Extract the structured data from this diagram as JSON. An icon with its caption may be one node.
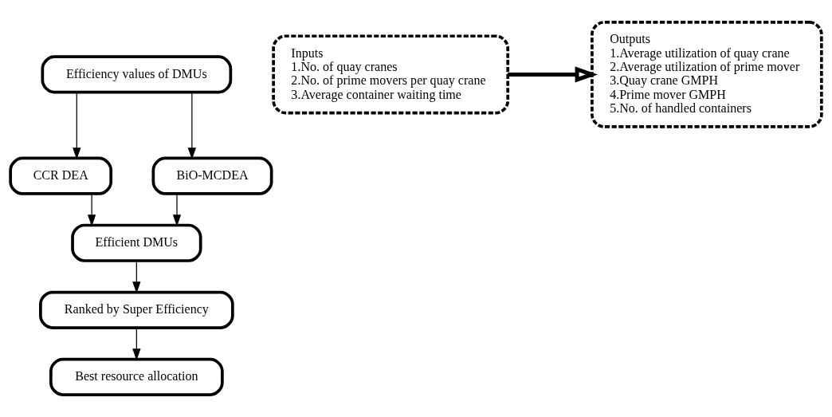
{
  "diagram": {
    "nodes": [
      {
        "text": [
          "Efficiency values of DMUs"
        ]
      },
      {
        "text": [
          "Inputs",
          "1.No. of quay cranes",
          "2.No. of prime movers per quay crane",
          "3.Average container waiting time"
        ]
      },
      {
        "text": [
          "Outputs",
          "1.Average utilization of quay crane",
          "2.Average utilization of prime mover",
          "3.Quay crane GMPH",
          "4.Prime mover GMPH",
          "5.No. of handled containers"
        ]
      },
      {
        "text": [
          "CCR DEA"
        ]
      },
      {
        "text": [
          "BiO-MCDEA"
        ]
      },
      {
        "text": [
          "Efficient DMUs"
        ]
      },
      {
        "text": [
          "Ranked by Super Efficiency"
        ]
      },
      {
        "text": [
          "Best resource allocation"
        ]
      }
    ],
    "edges": [
      {
        "from": 0,
        "to": 3,
        "arrow": "to"
      },
      {
        "from": 0,
        "to": 4,
        "arrow": "to"
      },
      {
        "from": 1,
        "to": 2,
        "arrow": "to",
        "style": "thick"
      },
      {
        "from": 3,
        "to": 5,
        "arrow": "to"
      },
      {
        "from": 4,
        "to": 5,
        "arrow": "to"
      },
      {
        "from": 5,
        "to": 6,
        "arrow": "to"
      },
      {
        "from": 6,
        "to": 7,
        "arrow": "to"
      }
    ]
  }
}
